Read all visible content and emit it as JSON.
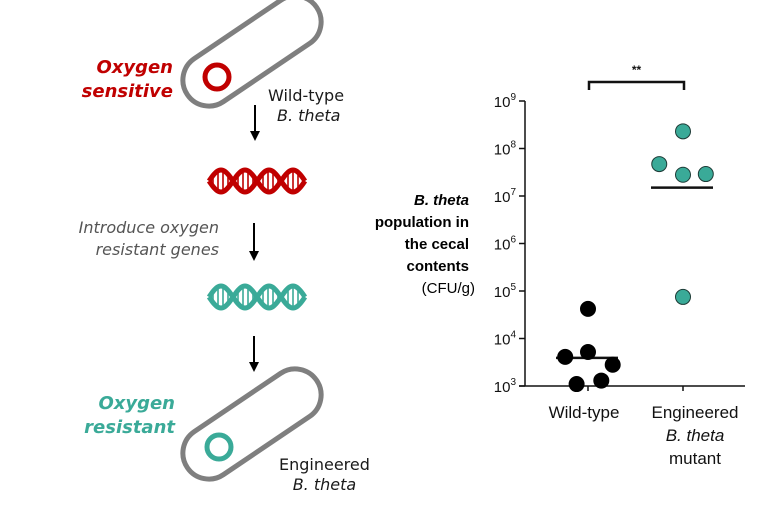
{
  "diagram": {
    "top_cell": {
      "phenotype_line1": "Oxygen",
      "phenotype_line2": "sensitive",
      "strain_line1": "Wild-type",
      "strain_line2": "B. theta",
      "color": "#c00000"
    },
    "step_label_line1": "Introduce oxygen",
    "step_label_line2": "resistant genes",
    "dna_top_color": "#c00000",
    "dna_bottom_color": "#3aaa98",
    "bottom_cell": {
      "phenotype_line1": "Oxygen",
      "phenotype_line2": "resistant",
      "strain_line1": "Engineered",
      "strain_line2": "B. theta",
      "color": "#3aaa98"
    },
    "cell_outline_color": "#7f7f7f"
  },
  "chart_data": {
    "type": "scatter",
    "title": "",
    "ylabel_lines": [
      "B. theta",
      "population in",
      "the cecal",
      "contents"
    ],
    "ylabel_unit": "(CFU/g)",
    "yscale": "log",
    "ylim": [
      1000,
      1000000000
    ],
    "yticks": [
      {
        "value": 1000,
        "base": "10",
        "exp": "3"
      },
      {
        "value": 10000,
        "base": "10",
        "exp": "4"
      },
      {
        "value": 100000,
        "base": "10",
        "exp": "5"
      },
      {
        "value": 1000000,
        "base": "10",
        "exp": "6"
      },
      {
        "value": 10000000,
        "base": "10",
        "exp": "7"
      },
      {
        "value": 100000000,
        "base": "10",
        "exp": "8"
      },
      {
        "value": 1000000000,
        "base": "10",
        "exp": "9"
      }
    ],
    "categories": [
      {
        "label_lines": [
          "Wild-type"
        ],
        "italic_line": -1
      },
      {
        "label_lines": [
          "Engineered",
          "B. theta",
          "mutant"
        ],
        "italic_line": 1
      }
    ],
    "series": [
      {
        "name": "Wild-type",
        "color": "#000000",
        "points": [
          {
            "offset": 0,
            "value": 42000
          },
          {
            "offset": -0.24,
            "value": 4100
          },
          {
            "offset": 0,
            "value": 5200
          },
          {
            "offset": 0.26,
            "value": 2800
          },
          {
            "offset": -0.12,
            "value": 1100
          },
          {
            "offset": 0.14,
            "value": 1300
          }
        ],
        "median": 3900
      },
      {
        "name": "Engineered B. theta mutant",
        "color": "#3aaa98",
        "points": [
          {
            "offset": 0,
            "value": 230000000
          },
          {
            "offset": -0.25,
            "value": 47000000
          },
          {
            "offset": 0,
            "value": 28000000
          },
          {
            "offset": 0.24,
            "value": 29000000
          },
          {
            "offset": 0,
            "value": 75000
          }
        ],
        "median": 15000000
      }
    ],
    "significance": {
      "label": "**",
      "between": [
        0,
        1
      ]
    },
    "grid": false,
    "legend": "none"
  }
}
